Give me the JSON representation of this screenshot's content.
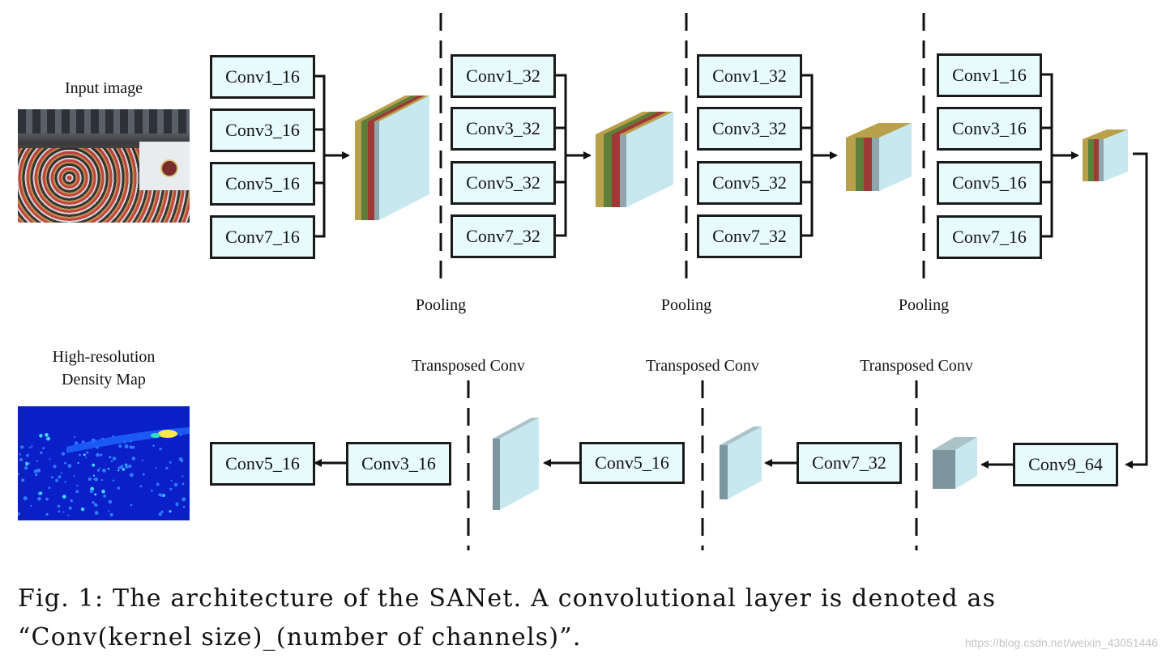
{
  "labels": {
    "input_image": "Input image",
    "density_map_line1": "High-resolution",
    "density_map_line2": "Density Map",
    "pooling": "Pooling",
    "transposed_conv": "Transposed Conv"
  },
  "encoder": {
    "stage1": [
      "Conv1_16",
      "Conv3_16",
      "Conv5_16",
      "Conv7_16"
    ],
    "stage2": [
      "Conv1_32",
      "Conv3_32",
      "Conv5_32",
      "Conv7_32"
    ],
    "stage3": [
      "Conv1_32",
      "Conv3_32",
      "Conv5_32",
      "Conv7_32"
    ],
    "stage4": [
      "Conv1_16",
      "Conv3_16",
      "Conv5_16",
      "Conv7_16"
    ]
  },
  "decoder": {
    "conv9": "Conv9_64",
    "conv7": "Conv7_32",
    "conv5": "Conv5_16",
    "conv3": "Conv3_16",
    "out": "Conv5_16"
  },
  "caption": {
    "line1": "Fig. 1: The architecture of the SANet. A convolutional layer is denoted as",
    "line2": "“Conv(kernel size)_(number of channels)”."
  },
  "watermark": "https://blog.csdn.net/weixin_43051446",
  "colors": {
    "box_fill": "#e8fbfc",
    "feature_gold": "#b9a04a",
    "feature_green": "#5e7f3a",
    "feature_red": "#9e3a35",
    "feature_grey": "#8fa6ad",
    "feature_face": "#c7e8ef",
    "density_bg": "#0a1fc8"
  }
}
